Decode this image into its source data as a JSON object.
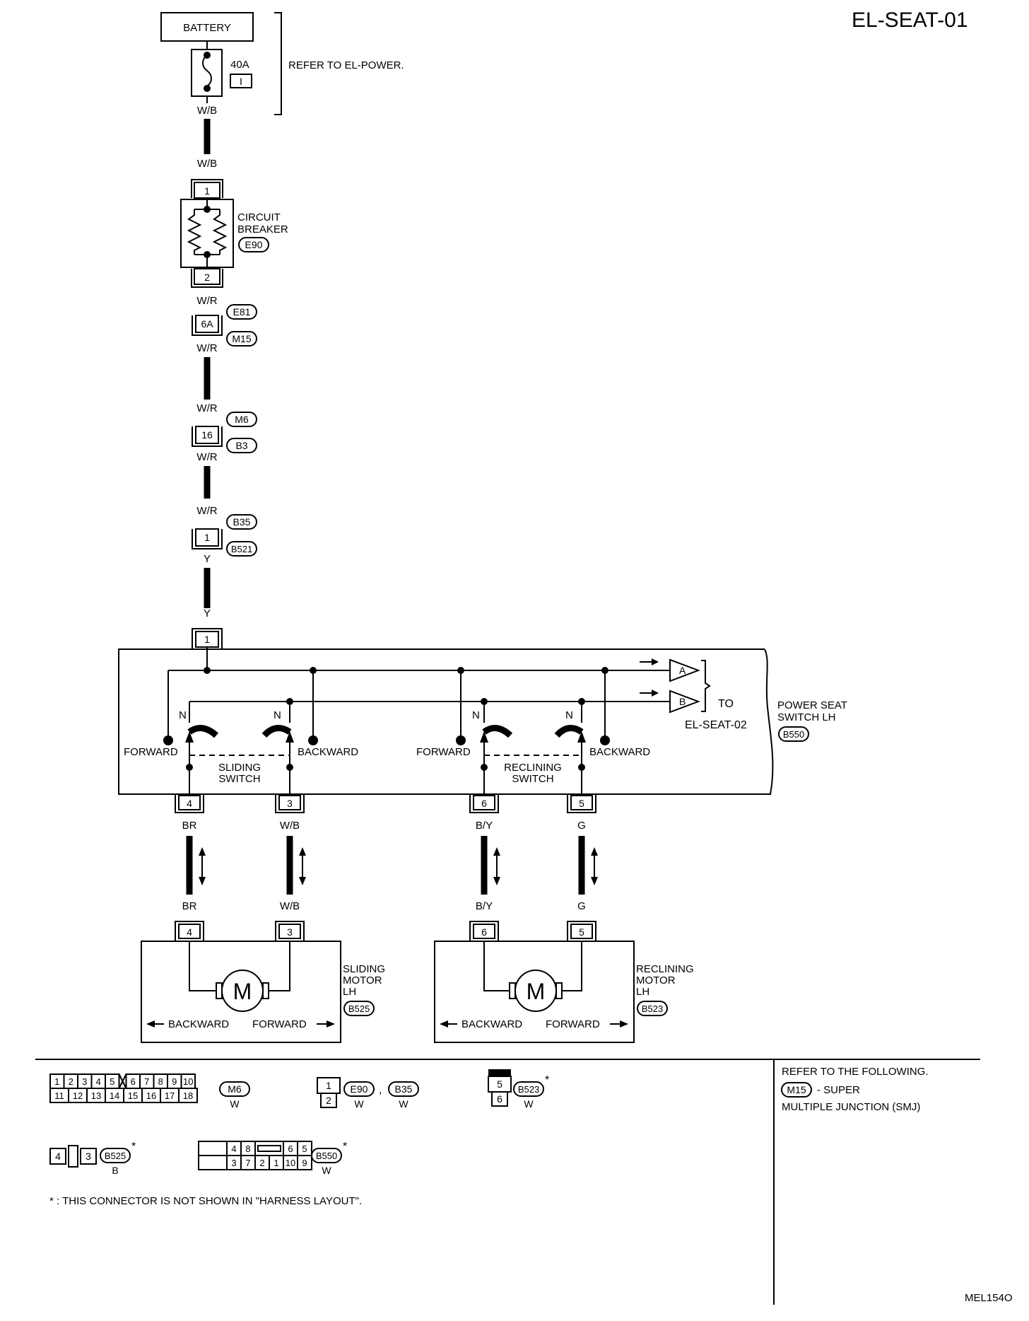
{
  "page_id": "EL-SEAT-01",
  "figure_code": "MEL154O",
  "battery": {
    "label": "BATTERY",
    "fuse_rating": "40A",
    "fuse_id": "I",
    "refer_note": "REFER TO EL-POWER."
  },
  "circuit_breaker": {
    "label_line1": "CIRCUIT",
    "label_line2": "BREAKER",
    "connector": "E90",
    "pin_in": "1",
    "pin_out": "2"
  },
  "wire_colors": {
    "wb": "W/B",
    "wr": "W/R",
    "y": "Y",
    "br": "BR",
    "by": "B/Y",
    "g": "G"
  },
  "connectors": [
    {
      "pin": "6A",
      "top": "E81",
      "bottom": "M15"
    },
    {
      "pin": "16",
      "top": "M6",
      "bottom": "B3"
    },
    {
      "pin": "1",
      "top": "B35",
      "bottom": "B521"
    }
  ],
  "switch_unit": {
    "label_line1": "POWER SEAT",
    "label_line2": "SWITCH LH",
    "connector": "B550",
    "input_pin": "1",
    "to_line1": "TO",
    "to_line2": "EL-SEAT-02",
    "out_a": "A",
    "out_b": "B",
    "neutral": "N",
    "forward": "FORWARD",
    "backward": "BACKWARD",
    "sliding_line1": "SLIDING",
    "sliding_line2": "SWITCH",
    "reclining_line1": "RECLINING",
    "reclining_line2": "SWITCH",
    "pins": [
      "4",
      "3",
      "6",
      "5"
    ]
  },
  "motors": [
    {
      "line1": "SLIDING",
      "line2": "MOTOR",
      "line3": "LH",
      "connector": "B525",
      "symbol": "M",
      "left_dir": "BACKWARD",
      "right_dir": "FORWARD",
      "pin_left": "4",
      "pin_right": "3"
    },
    {
      "line1": "RECLINING",
      "line2": "MOTOR",
      "line3": "LH",
      "connector": "B523",
      "symbol": "M",
      "left_dir": "BACKWARD",
      "right_dir": "FORWARD",
      "pin_left": "6",
      "pin_right": "5"
    }
  ],
  "legend": {
    "m6_row1": [
      "1",
      "2",
      "3",
      "4",
      "5",
      "6",
      "7",
      "8",
      "9",
      "10"
    ],
    "m6_row2": [
      "11",
      "12",
      "13",
      "14",
      "15",
      "16",
      "17",
      "18"
    ],
    "m6_id": "M6",
    "m6_color": "W",
    "e90_pins": [
      "1",
      "2"
    ],
    "e90_id": "E90",
    "b35_id": "B35",
    "e90_color": "W",
    "b35_color": "W",
    "comma": ",",
    "b523_pins": [
      "5",
      "6"
    ],
    "b523_id": "B523",
    "b523_color": "W",
    "b525_pins": [
      "4",
      "3"
    ],
    "b525_id": "B525",
    "b525_color": "B",
    "b550_row1": [
      "4",
      "8",
      "6",
      "5"
    ],
    "b550_row2": [
      "3",
      "7",
      "2",
      "1",
      "10",
      "9"
    ],
    "b550_id": "B550",
    "b550_color": "W",
    "asterisk": "*",
    "footnote": "* : THIS CONNECTOR IS NOT SHOWN IN \"HARNESS LAYOUT\".",
    "refer_title": "REFER TO THE FOLLOWING.",
    "refer_id": "M15",
    "refer_line1": "- SUPER",
    "refer_line2": "MULTIPLE JUNCTION (SMJ)"
  }
}
